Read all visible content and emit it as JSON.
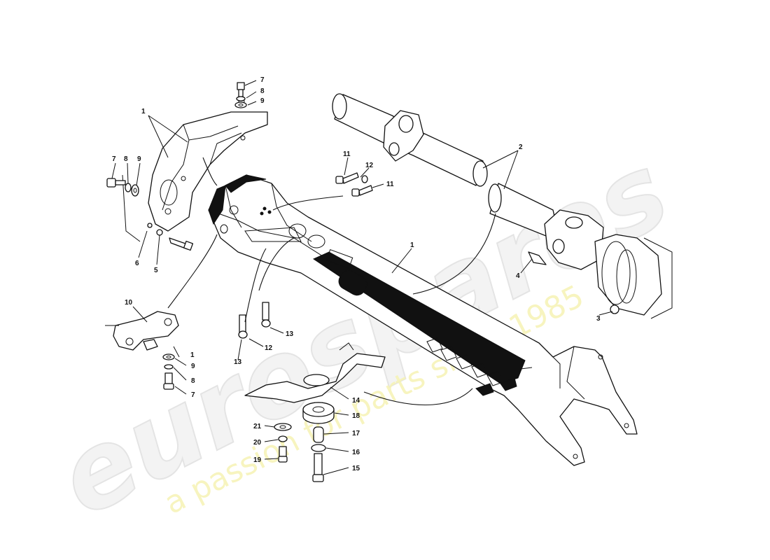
{
  "watermark": {
    "logo": "eurospares",
    "tagline": "a passion for parts since 1985"
  },
  "callouts": [
    {
      "id": "c-1-top",
      "text": "1"
    },
    {
      "id": "c-7-top",
      "text": "7"
    },
    {
      "id": "c-8-top",
      "text": "8"
    },
    {
      "id": "c-9-top",
      "text": "9"
    },
    {
      "id": "c-7-left",
      "text": "7"
    },
    {
      "id": "c-8-left",
      "text": "8"
    },
    {
      "id": "c-9-left",
      "text": "9"
    },
    {
      "id": "c-6",
      "text": "6"
    },
    {
      "id": "c-5",
      "text": "5"
    },
    {
      "id": "c-11-a",
      "text": "11"
    },
    {
      "id": "c-12-top",
      "text": "12"
    },
    {
      "id": "c-11-b",
      "text": "11"
    },
    {
      "id": "c-2",
      "text": "2"
    },
    {
      "id": "c-1-mid",
      "text": "1"
    },
    {
      "id": "c-4",
      "text": "4"
    },
    {
      "id": "c-3",
      "text": "3"
    },
    {
      "id": "c-10",
      "text": "10"
    },
    {
      "id": "c-1-low",
      "text": "1"
    },
    {
      "id": "c-9-low",
      "text": "9"
    },
    {
      "id": "c-8-low",
      "text": "8"
    },
    {
      "id": "c-7-low",
      "text": "7"
    },
    {
      "id": "c-13-a",
      "text": "13"
    },
    {
      "id": "c-12-mid",
      "text": "12"
    },
    {
      "id": "c-13-b",
      "text": "13"
    },
    {
      "id": "c-14",
      "text": "14"
    },
    {
      "id": "c-18",
      "text": "18"
    },
    {
      "id": "c-21",
      "text": "21"
    },
    {
      "id": "c-17",
      "text": "17"
    },
    {
      "id": "c-20",
      "text": "20"
    },
    {
      "id": "c-16",
      "text": "16"
    },
    {
      "id": "c-19",
      "text": "19"
    },
    {
      "id": "c-15",
      "text": "15"
    }
  ]
}
